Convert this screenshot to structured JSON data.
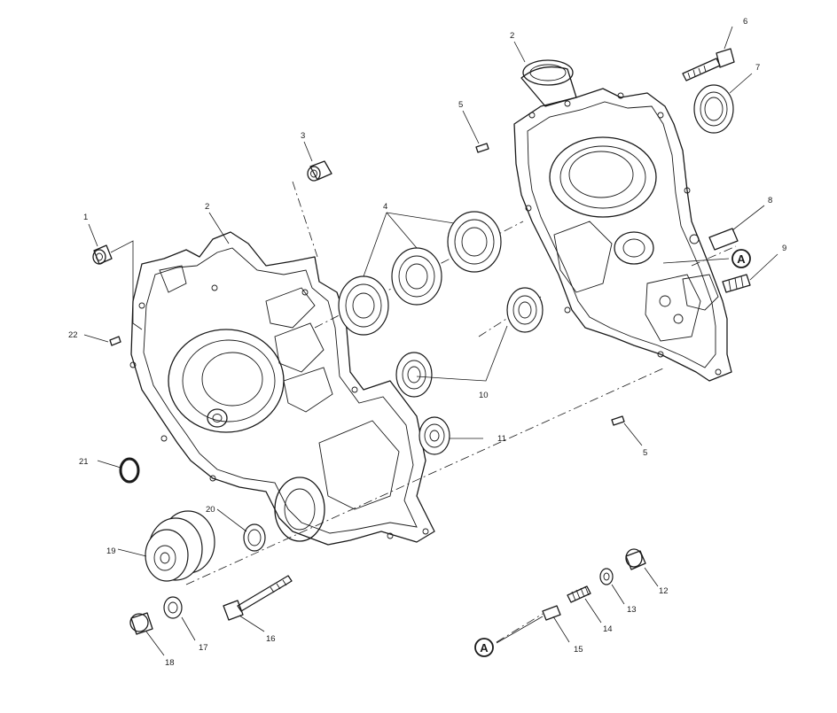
{
  "callouts": [
    "1",
    "2",
    "2",
    "3",
    "4",
    "5",
    "5",
    "6",
    "7",
    "8",
    "9",
    "10",
    "11",
    "12",
    "13",
    "14",
    "15",
    "16",
    "17",
    "18",
    "19",
    "20",
    "21",
    "22"
  ],
  "reference_marks": [
    "A",
    "A"
  ]
}
